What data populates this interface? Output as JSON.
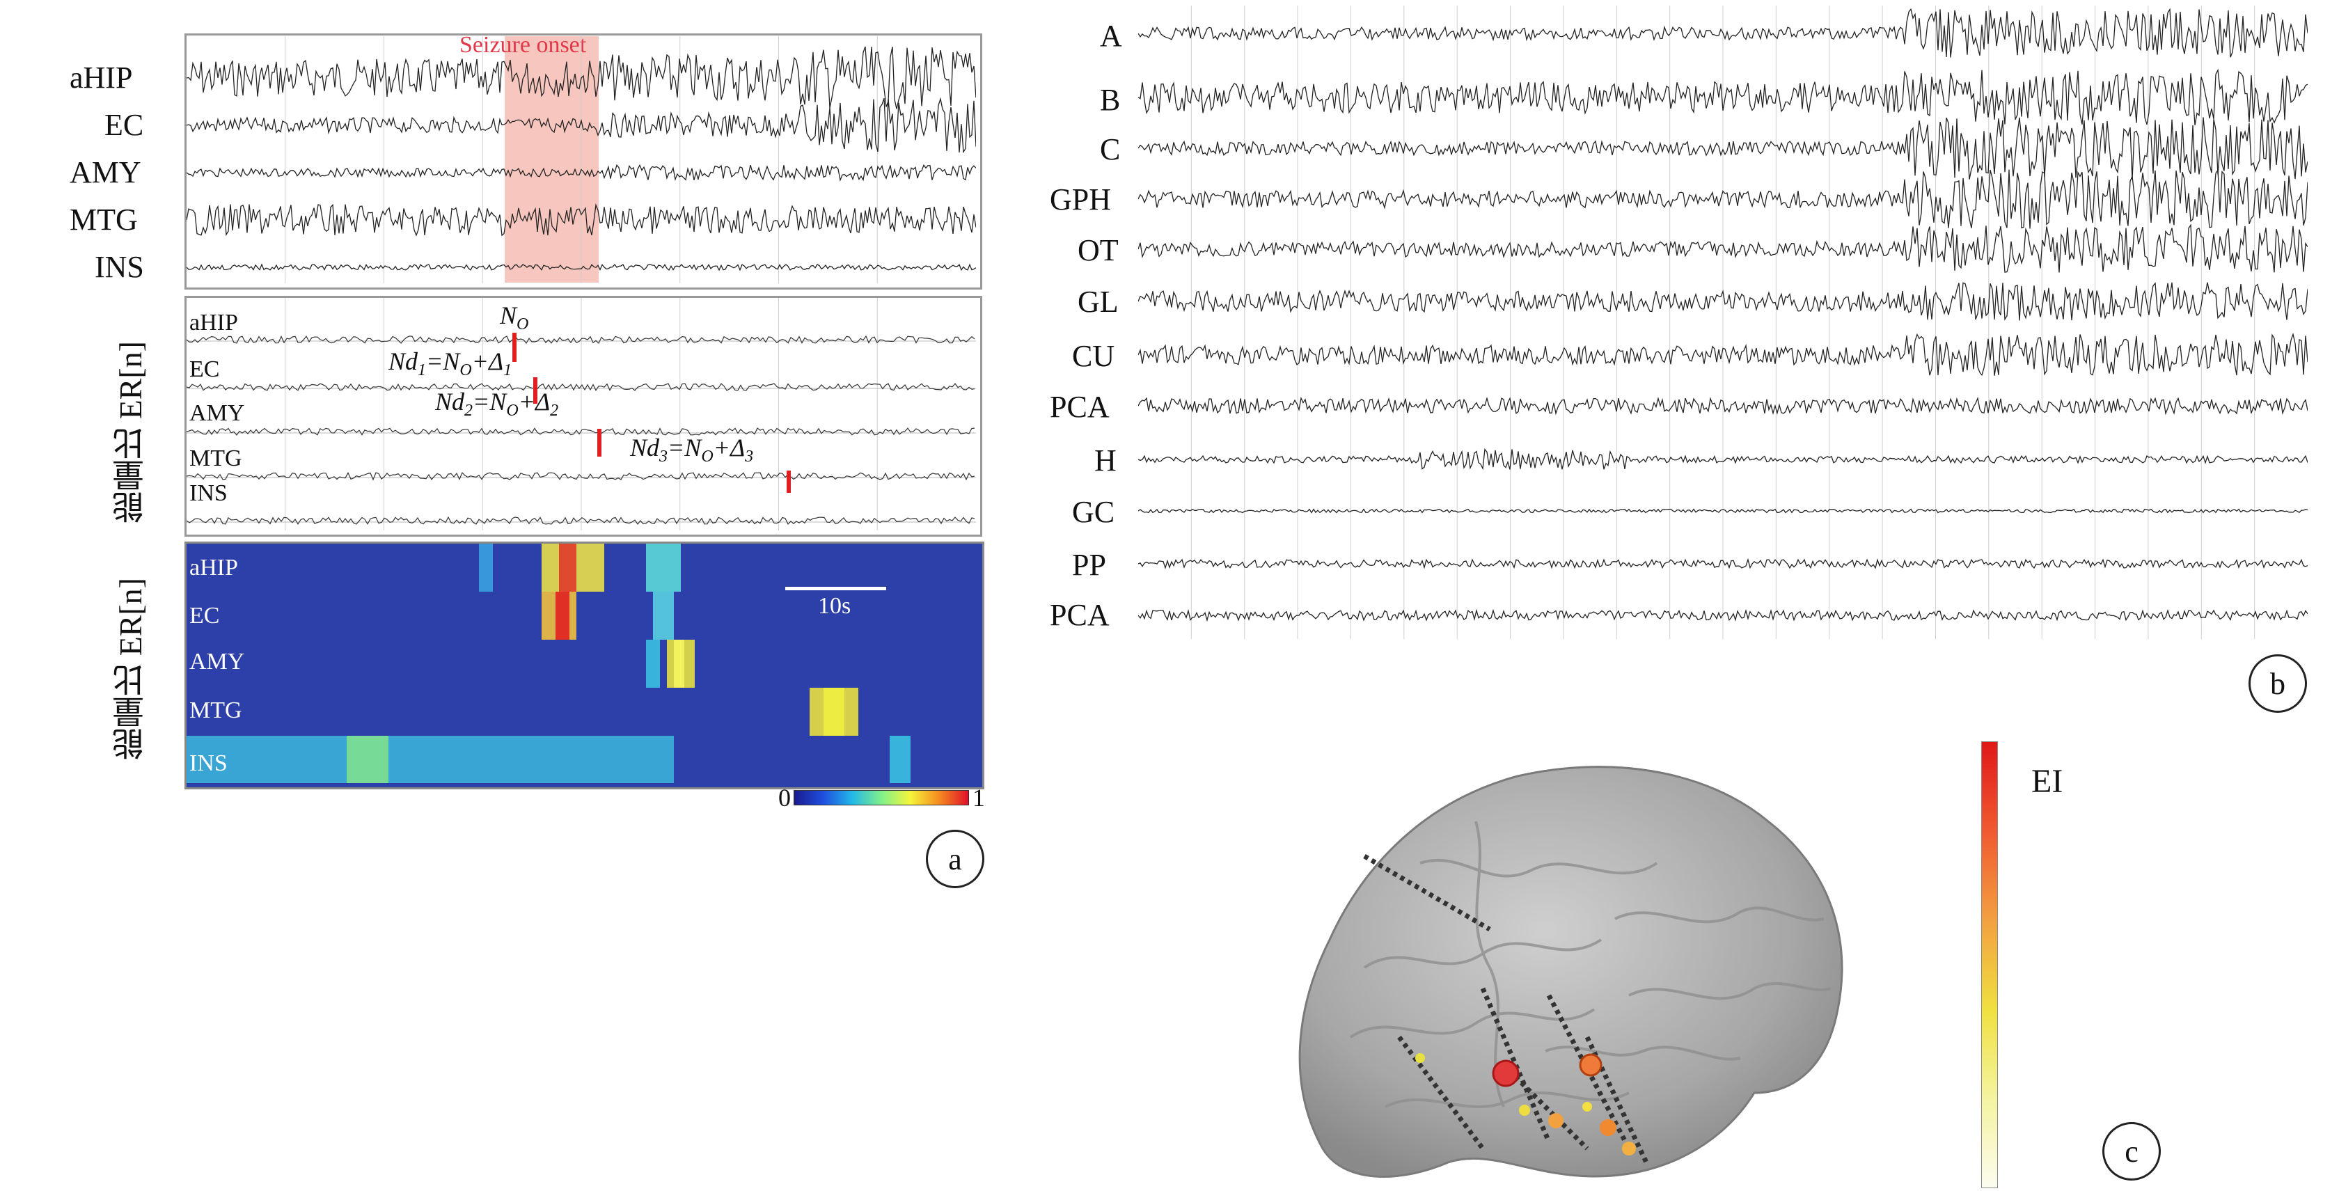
{
  "panel_a": {
    "channels": [
      "aHIP",
      "EC",
      "AMY",
      "MTG",
      "INS"
    ],
    "seizure_onset_label": "Seizure onset",
    "er_axis_label": "能量比 ER[n]",
    "er_rows": [
      "aHIP",
      "EC",
      "AMY",
      "MTG",
      "INS"
    ],
    "annotations": {
      "n0": "NO",
      "nd1": "Nd1=NO+Δ1",
      "nd2": "Nd2=NO+Δ2",
      "nd3": "Nd3=NO+Δ3"
    },
    "heatmap_axis_label": "能量比 ER[n]",
    "heatmap_rows": [
      "aHIP",
      "EC",
      "AMY",
      "MTG",
      "INS"
    ],
    "scale_bar_label": "10s",
    "colorbar_min": "0",
    "colorbar_max": "1",
    "badge": "a"
  },
  "panel_b": {
    "channels": [
      "A",
      "B",
      "C",
      "GPH",
      "OT",
      "GL",
      "CU",
      "PCA",
      "H",
      "GC",
      "PP",
      "PCA"
    ],
    "badge": "b"
  },
  "panel_c": {
    "colorbar_label": "EI",
    "badge": "c"
  },
  "colors": {
    "onset_highlight": "#f4b3a8",
    "onset_text": "#e2394a",
    "marker_red": "#e02020",
    "heatmap_bg": "#2d3fa8"
  }
}
